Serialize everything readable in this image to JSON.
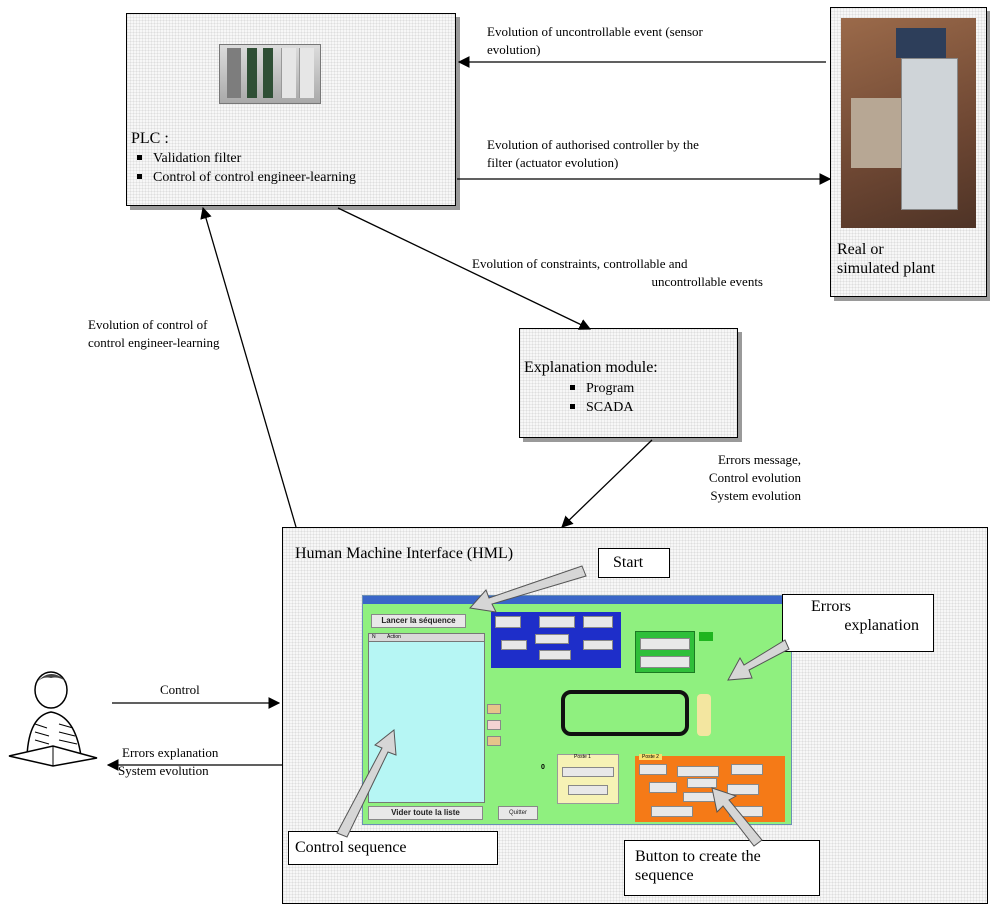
{
  "plc": {
    "title": "PLC :",
    "items": [
      "Validation filter",
      "Control of control engineer-learning"
    ]
  },
  "plant": {
    "label_line1": "Real or",
    "label_line2": "simulated plant"
  },
  "explanation_module": {
    "title": "Explanation module:",
    "items": [
      "Program",
      "SCADA"
    ]
  },
  "hmi": {
    "title": "Human Machine Interface (HML)"
  },
  "edges": {
    "plant_to_plc": [
      "Evolution of uncontrollable event (sensor",
      "evolution)"
    ],
    "plc_to_plant": [
      "Evolution of authorised controller by the",
      "filter (actuator evolution)"
    ],
    "plc_to_explanation": [
      "Evolution of constraints, controllable and",
      "uncontrollable events"
    ],
    "hmi_to_plc": [
      "Evolution of  control of",
      "control engineer-learning"
    ],
    "explanation_to_hmi": [
      "Errors message,",
      "Control evolution",
      "System evolution"
    ],
    "user_to_hmi": "Control",
    "hmi_to_user": [
      "Errors explanation",
      "System evolution"
    ]
  },
  "callouts": {
    "start": "Start",
    "errors_explanation": [
      "Errors",
      "explanation"
    ],
    "control_sequence": "Control sequence",
    "create_sequence": [
      "Button to create the",
      "sequence"
    ]
  },
  "screenshot": {
    "launch_button": "Lancer la séquence",
    "list_headers": [
      "N",
      "Action"
    ],
    "clear_button": "Vider toute la liste",
    "quit_button": "Quitter",
    "counter_value": "0",
    "poste_labels": [
      "Poste 1",
      "Poste 2"
    ]
  }
}
